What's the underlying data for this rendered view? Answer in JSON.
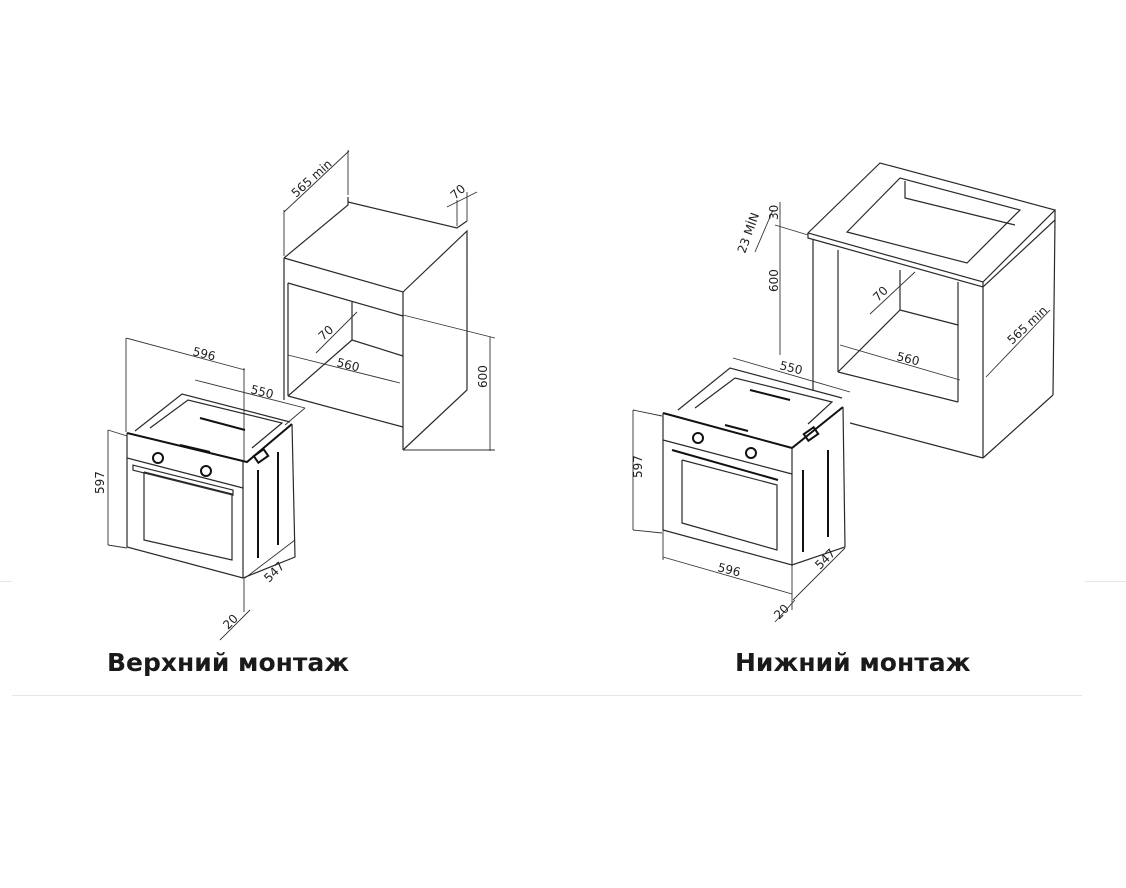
{
  "top_mount": {
    "title": "Верхний монтаж",
    "dims": {
      "cab_depth": "565 min",
      "cab_gap": "70",
      "inner_depth": "70",
      "inner_width": "560",
      "cab_height": "600",
      "oven_width": "596",
      "oven_depth_top": "550",
      "oven_height": "597",
      "oven_depth": "547",
      "front_thickness": "20"
    }
  },
  "bottom_mount": {
    "title": "Нижний монтаж",
    "dims": {
      "top_gap": "30",
      "counter_min": "23 MİN",
      "cab_height": "600",
      "inner_depth": "70",
      "inner_width": "560",
      "cab_depth": "565 min",
      "oven_depth_top": "550",
      "oven_height": "597",
      "oven_width": "596",
      "oven_depth": "547",
      "front_thickness": "20"
    }
  }
}
